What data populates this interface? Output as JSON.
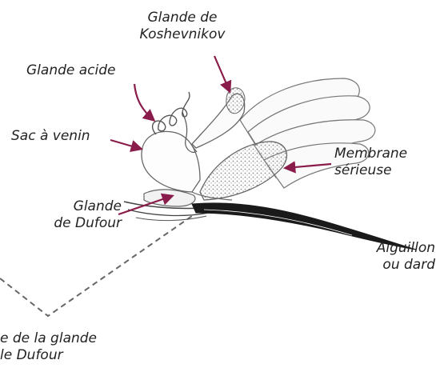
{
  "labels": {
    "koshevnikov": [
      "Glande de",
      "Koshevnikov"
    ],
    "acid_gland": "Glande acide",
    "venom_sac": "Sac à venin",
    "serous_membrane": [
      "Membrane",
      "sérieuse"
    ],
    "dufour_gland": [
      "Glande",
      "de Dufour"
    ],
    "sting": [
      "Aiguillon",
      "ou dard"
    ],
    "dufour_detail": [
      "e de la glande",
      "le Dufour"
    ]
  },
  "colors": {
    "arrow": "#8a1c4b",
    "outline": "#555555",
    "text": "#222222",
    "sting": "#1a1a1a",
    "stipple": "#888888"
  }
}
